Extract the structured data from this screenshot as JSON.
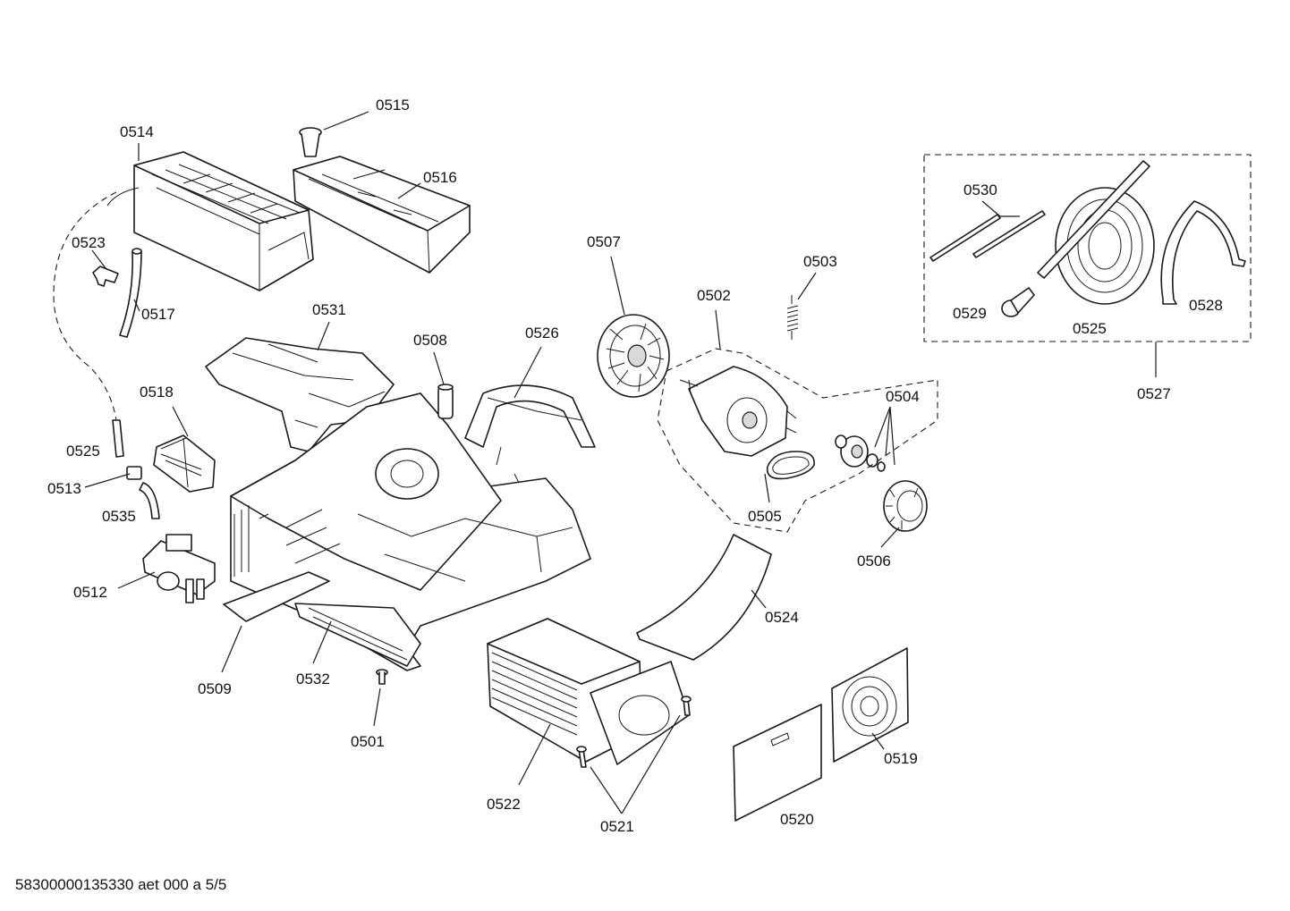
{
  "labels": {
    "p0501": "0501",
    "p0502": "0502",
    "p0503": "0503",
    "p0504": "0504",
    "p0505": "0505",
    "p0506": "0506",
    "p0507": "0507",
    "p0508": "0508",
    "p0509": "0509",
    "p0512": "0512",
    "p0513": "0513",
    "p0514": "0514",
    "p0515": "0515",
    "p0516": "0516",
    "p0517": "0517",
    "p0518": "0518",
    "p0519": "0519",
    "p0520": "0520",
    "p0521": "0521",
    "p0522": "0522",
    "p0523": "0523",
    "p0524": "0524",
    "p0525_left": "0525",
    "p0525_right": "0525",
    "p0526": "0526",
    "p0527": "0527",
    "p0528": "0528",
    "p0529": "0529",
    "p0530": "0530",
    "p0531": "0531",
    "p0532": "0532",
    "p0535": "0535"
  },
  "footer": {
    "reference": "58300000135330 aet 000 a 5/5"
  },
  "colors": {
    "line": "#1a1a1a",
    "background": "#ffffff",
    "shade": "#d9d9d9"
  }
}
